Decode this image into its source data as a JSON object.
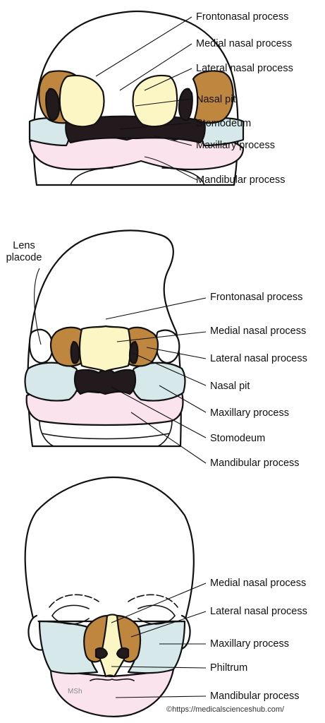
{
  "colors": {
    "frontonasal": "#ffffff",
    "medial_nasal": "#fbf6c4",
    "lateral_nasal": "#bf8640",
    "maxillary": "#d6e8ea",
    "mandibular": "#fbe3ee",
    "pit": "#231a1e",
    "outline": "#111111"
  },
  "stage1": {
    "labels": {
      "frontonasal": "Frontonasal process",
      "medial_nasal": "Medial nasal process",
      "lateral_nasal": "Lateral nasal process",
      "nasal_pit": "Nasal pit",
      "stomodeum": "Stomodeum",
      "maxillary": "Maxillary process",
      "mandibular": "Mandibular process"
    }
  },
  "stage2": {
    "lens_placode_line1": "Lens",
    "lens_placode_line2": "placode",
    "labels": {
      "frontonasal": "Frontonasal process",
      "medial_nasal": "Medial nasal process",
      "lateral_nasal": "Lateral nasal process",
      "nasal_pit": "Nasal pit",
      "maxillary": "Maxillary process",
      "stomodeum": "Stomodeum",
      "mandibular": "Mandibular process"
    }
  },
  "stage3": {
    "labels": {
      "medial_nasal": "Medial nasal process",
      "lateral_nasal": "Lateral nasal process",
      "maxillary": "Maxillary process",
      "philtrum": "Philtrum",
      "mandibular": "Mandibular process"
    },
    "initials": "MSh"
  },
  "watermark": "©https://medicalscienceshub.com/"
}
